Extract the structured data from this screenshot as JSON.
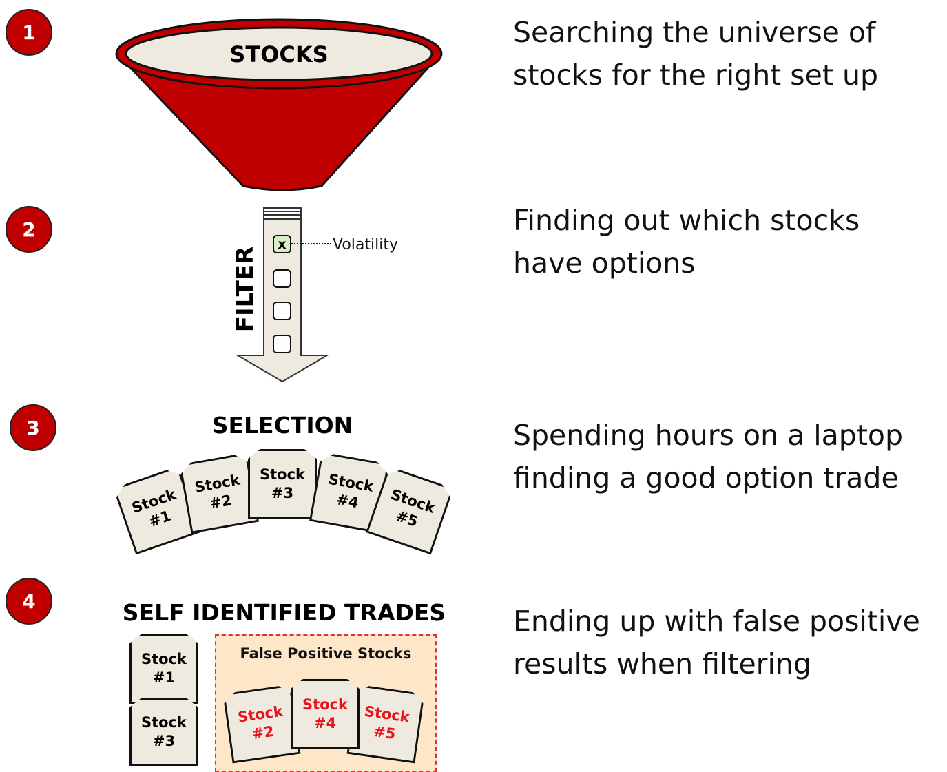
{
  "steps": [
    {
      "number": "1",
      "description": [
        "Searching the universe of",
        "stocks for the right set up"
      ]
    },
    {
      "number": "2",
      "description": [
        "Finding out which stocks",
        "have options"
      ]
    },
    {
      "number": "3",
      "description": [
        "Spending hours on a laptop",
        "finding a good option trade"
      ]
    },
    {
      "number": "4",
      "description": [
        "Ending up with false positive",
        "results when filtering"
      ]
    }
  ],
  "funnel": {
    "label": "STOCKS",
    "color": "#c00000"
  },
  "filter": {
    "label": "FILTER",
    "checkbox_mark": "x",
    "checkbox_label": "Volatility"
  },
  "selection": {
    "title": "SELECTION",
    "cards": [
      {
        "line1": "Stock",
        "line2": "#1"
      },
      {
        "line1": "Stock",
        "line2": "#2"
      },
      {
        "line1": "Stock",
        "line2": "#3"
      },
      {
        "line1": "Stock",
        "line2": "#4"
      },
      {
        "line1": "Stock",
        "line2": "#5"
      }
    ]
  },
  "trades": {
    "title": "SELF IDENTIFIED TRADES",
    "identified": [
      {
        "line1": "Stock",
        "line2": "#1"
      },
      {
        "line1": "Stock",
        "line2": "#3"
      }
    ],
    "false_positive_title": "False Positive Stocks",
    "false_positive": [
      {
        "line1": "Stock",
        "line2": "#2"
      },
      {
        "line1": "Stock",
        "line2": "#4"
      },
      {
        "line1": "Stock",
        "line2": "#5"
      }
    ],
    "false_positive_color": "#e8141b"
  }
}
